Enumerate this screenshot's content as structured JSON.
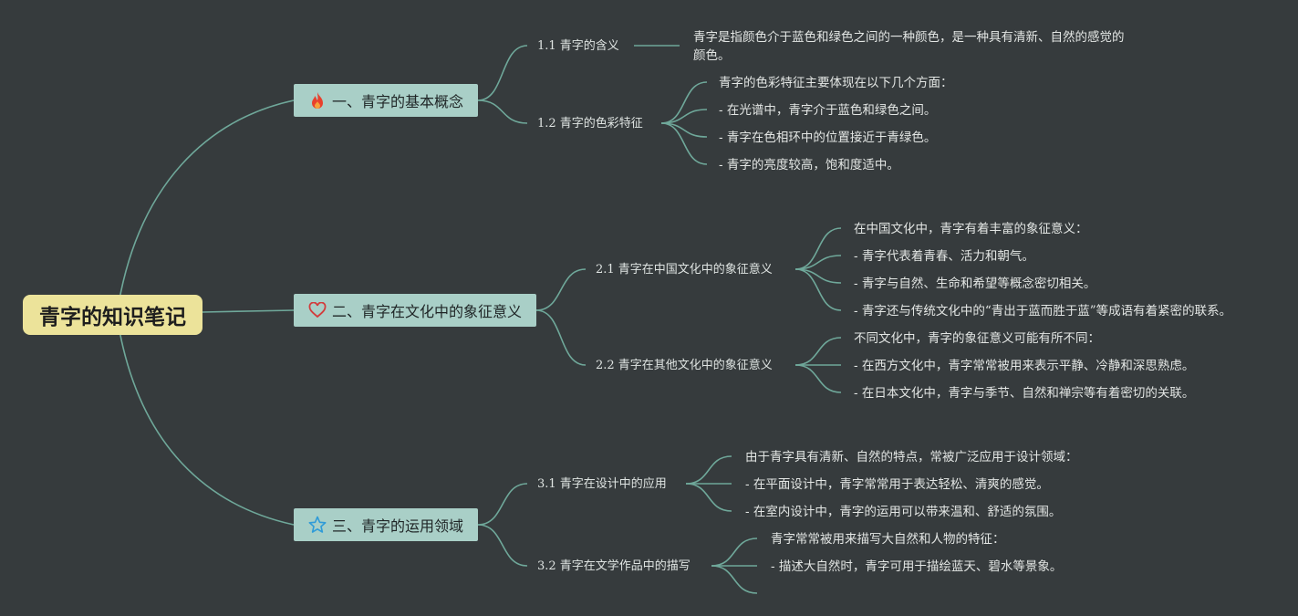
{
  "root": {
    "title": "青字的知识笔记"
  },
  "colors": {
    "background": "#363b3d",
    "root": "#ece39a",
    "main": "#a9cfc7",
    "link": "#6fa89a"
  },
  "branches": [
    {
      "label": "一、青字的基本概念",
      "icon": "fire-icon",
      "subs": [
        {
          "label": "1.1 青字的含义",
          "leaves": [
            "青字是指颜色介于蓝色和绿色之间的一种颜色，是一种具有清新、自然的感觉的",
            "颜色。"
          ]
        },
        {
          "label": "1.2 青字的色彩特征",
          "leaves": [
            "青字的色彩特征主要体现在以下几个方面：",
            "- 在光谱中，青字介于蓝色和绿色之间。",
            "- 青字在色相环中的位置接近于青绿色。",
            "- 青字的亮度较高，饱和度适中。"
          ]
        }
      ]
    },
    {
      "label": "二、青字在文化中的象征意义",
      "icon": "heart-icon",
      "subs": [
        {
          "label": "2.1 青字在中国文化中的象征意义",
          "leaves": [
            "在中国文化中，青字有着丰富的象征意义：",
            "- 青字代表着青春、活力和朝气。",
            "- 青字与自然、生命和希望等概念密切相关。",
            "- 青字还与传统文化中的“青出于蓝而胜于蓝”等成语有着紧密的联系。"
          ]
        },
        {
          "label": "2.2 青字在其他文化中的象征意义",
          "leaves": [
            "不同文化中，青字的象征意义可能有所不同：",
            "- 在西方文化中，青字常常被用来表示平静、冷静和深思熟虑。",
            "- 在日本文化中，青字与季节、自然和禅宗等有着密切的关联。"
          ]
        }
      ]
    },
    {
      "label": "三、青字的运用领域",
      "icon": "star-icon",
      "subs": [
        {
          "label": "3.1 青字在设计中的应用",
          "leaves": [
            "由于青字具有清新、自然的特点，常被广泛应用于设计领域：",
            "- 在平面设计中，青字常常用于表达轻松、清爽的感觉。",
            "- 在室内设计中，青字的运用可以带来温和、舒适的氛围。"
          ]
        },
        {
          "label": "3.2 青字在文学作品中的描写",
          "leaves": [
            "青字常常被用来描写大自然和人物的特征：",
            "- 描述大自然时，青字可用于描绘蓝天、碧水等景象。",
            ""
          ]
        }
      ]
    }
  ]
}
